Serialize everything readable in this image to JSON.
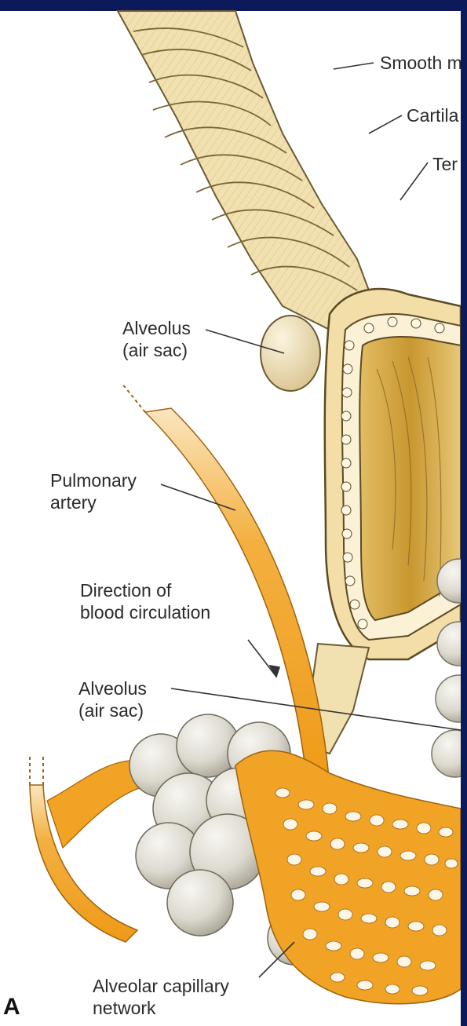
{
  "labels": {
    "smooth_muscle": "Smooth m",
    "cartilage": "Cartila",
    "terminal": "Ter",
    "alveolus_upper": {
      "line1": "Alveolus",
      "line2": "(air sac)"
    },
    "pulmonary_artery": {
      "line1": "Pulmonary",
      "line2": "artery"
    },
    "direction": {
      "line1": "Direction of",
      "line2": "blood circulation"
    },
    "alveolus_lower": {
      "line1": "Alveolus",
      "line2": "(air sac)"
    },
    "capillary": {
      "line1": "Alveolar capillary",
      "line2": "network"
    },
    "panel_letter": "A"
  },
  "colors": {
    "frame": "#0c1a5c",
    "bronchiole": "#f3e4b8",
    "bronchiole_dark": "#d9b970",
    "interior": "#c99a3a",
    "artery": "#f0a325",
    "alveolus": "#e6e4dc",
    "leader": "#333333"
  }
}
